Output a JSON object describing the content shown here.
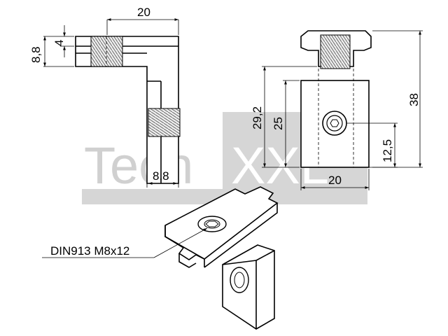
{
  "watermark": {
    "left": "Tech",
    "right": "XXL"
  },
  "dimensions": {
    "side_width": "20",
    "side_height": "8,8",
    "side_thread": "4",
    "side_bottom": "8,8",
    "front_total_height": "38",
    "front_height_a": "29,2",
    "front_height_b": "25",
    "front_hole_height": "12,5",
    "front_width": "20"
  },
  "callout": {
    "screw_label": "DIN913 M8x12"
  },
  "colors": {
    "watermark_light": "#d0d0d0",
    "watermark_dark": "#d6d6d6",
    "line": "#000000"
  }
}
